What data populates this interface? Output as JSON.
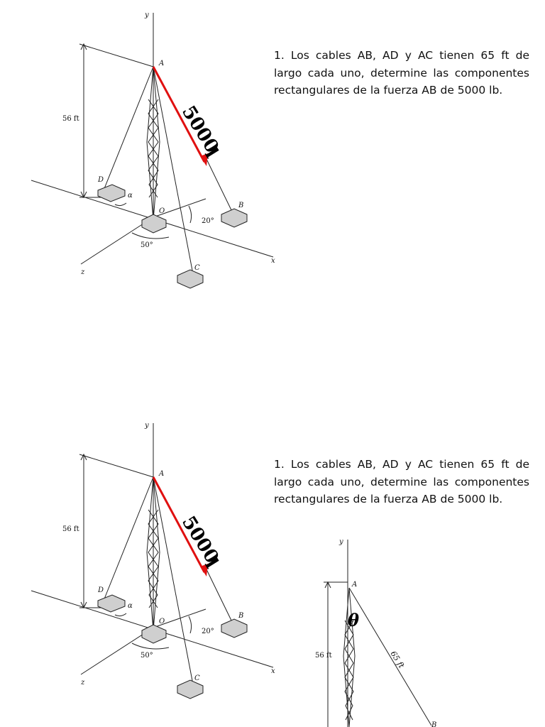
{
  "problem": {
    "text": "1. Los cables AB, AD y AC tienen 65 ft de largo cada uno, determine las componentes rectangulares de la fuerza AB de 5000 lb."
  },
  "figure": {
    "axis_labels": {
      "x": "x",
      "y": "y",
      "z": "z"
    },
    "points": {
      "A": "A",
      "B": "B",
      "C": "C",
      "D": "D",
      "O": "O"
    },
    "height_label": "56 ft",
    "angle_20": "20°",
    "angle_50": "50°",
    "angle_alpha": "α",
    "force_label": "5000",
    "force_unit": "l",
    "force_color": "#e01010"
  },
  "detail_figure": {
    "y_label": "y",
    "a_label": "A",
    "height_label": "56 ft",
    "length_label": "65 ft",
    "theta_label": "θ",
    "b_label": "B"
  }
}
